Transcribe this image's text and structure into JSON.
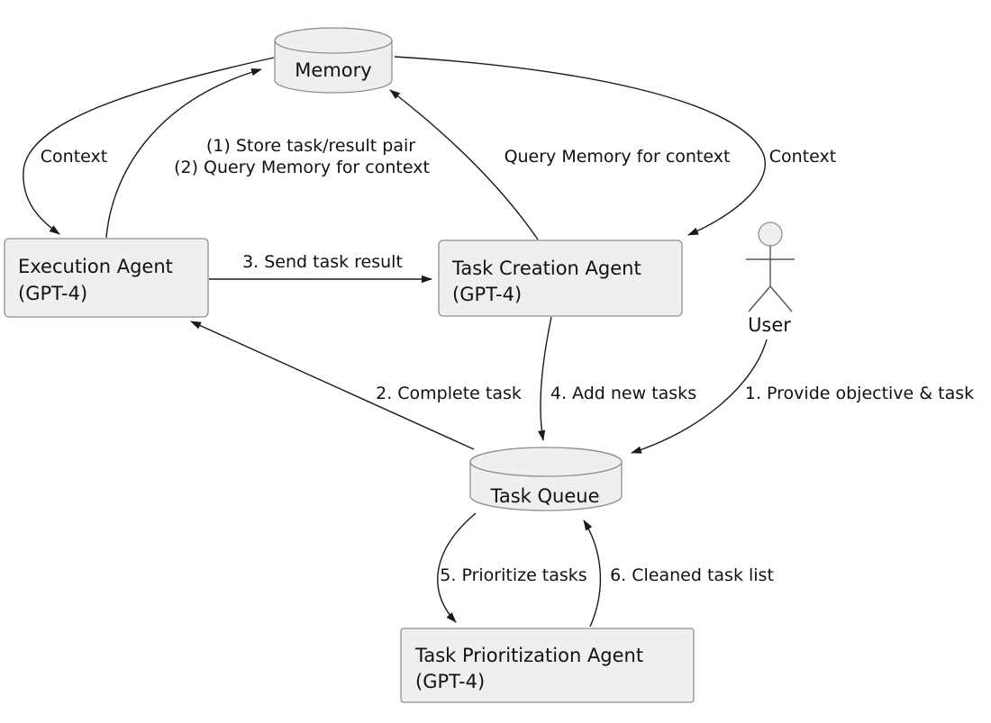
{
  "nodes": {
    "memory": {
      "label": "Memory"
    },
    "execution_agent": {
      "name": "Execution Agent",
      "model": "(GPT-4)"
    },
    "task_creation_agent": {
      "name": "Task Creation Agent",
      "model": "(GPT-4)"
    },
    "task_queue": {
      "label": "Task Queue"
    },
    "user": {
      "label": "User"
    },
    "task_prioritization_agent": {
      "name": "Task Prioritization Agent",
      "model": "(GPT-4)"
    }
  },
  "edges": {
    "memory_to_execution": {
      "label": "Context",
      "from": "Memory",
      "to": "Execution Agent"
    },
    "execution_to_memory": {
      "lines": [
        "(1) Store task/result pair",
        "(2) Query Memory for context"
      ],
      "from": "Execution Agent",
      "to": "Memory"
    },
    "execution_to_task_creation": {
      "label": "3. Send task result",
      "from": "Execution Agent",
      "to": "Task Creation Agent"
    },
    "task_creation_to_memory": {
      "label": "Query Memory for context",
      "from": "Task Creation Agent",
      "to": "Memory"
    },
    "memory_to_task_creation": {
      "label": "Context",
      "from": "Memory",
      "to": "Task Creation Agent"
    },
    "task_queue_to_execution": {
      "label": "2. Complete task",
      "from": "Task Queue",
      "to": "Execution Agent"
    },
    "task_creation_to_task_queue": {
      "label": "4. Add new tasks",
      "from": "Task Creation Agent",
      "to": "Task Queue"
    },
    "user_to_task_queue": {
      "label": "1. Provide objective & task",
      "from": "User",
      "to": "Task Queue"
    },
    "task_queue_to_prioritization": {
      "label": "5. Prioritize tasks",
      "from": "Task Queue",
      "to": "Task Prioritization Agent"
    },
    "prioritization_to_task_queue": {
      "label": "6. Cleaned task list",
      "from": "Task Prioritization Agent",
      "to": "Task Queue"
    }
  },
  "colors": {
    "background": "#ffffff",
    "node_fill": "#efefef",
    "node_stroke": "#8f8f8f",
    "edge": "#1a1a1a",
    "text": "#111111"
  }
}
